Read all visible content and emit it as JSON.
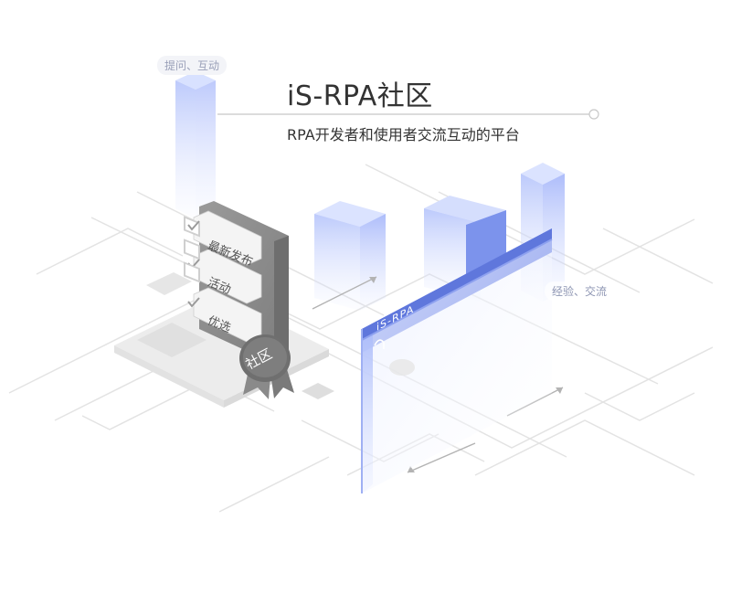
{
  "header": {
    "title": "iS-RPA社区",
    "subtitle": "RPA开发者和使用者交流互动的平台"
  },
  "tags": {
    "qa": "提问、互动",
    "experience": "经验、交流"
  },
  "board": {
    "items": [
      "最新发布",
      "活动",
      "优选"
    ],
    "badge": "社区"
  },
  "screen": {
    "brand": "iS-RPA"
  },
  "colors": {
    "accent": "#6f86e8",
    "accent_light": "#c9d4fb",
    "board_gray": "#8a8a8a",
    "line": "#e4e4e4"
  }
}
